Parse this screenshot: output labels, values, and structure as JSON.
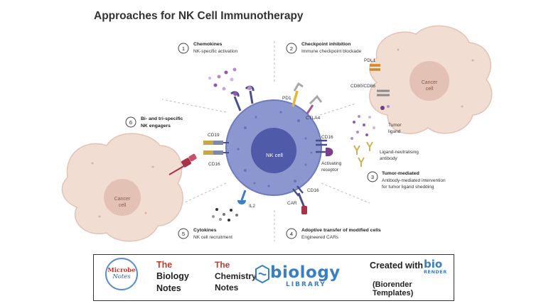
{
  "title": "Approaches for NK Cell Immunotherapy",
  "nk_cell_label": "NK cell",
  "cancer_cell_label": "Cancer cell",
  "approaches": [
    {
      "number": "1",
      "title": "Chemokines",
      "subtitle": "NK-specific activation"
    },
    {
      "number": "2",
      "title": "Checkpoint inhibition",
      "subtitle": "Immune checkpoint blockade"
    },
    {
      "number": "3",
      "title": "Tumor-mediated",
      "subtitle_line1": "Antibody-mediated intervention",
      "subtitle_line2": "for tumor ligand shedding"
    },
    {
      "number": "4",
      "title": "Adoptive transfer of modified cells",
      "subtitle": "Engineered CARs"
    },
    {
      "number": "5",
      "title": "Cytokines",
      "subtitle": "NK cell recruitment"
    },
    {
      "number": "6",
      "title_line1": "Bi- and tri-specific",
      "title_line2": "NK engagers"
    }
  ],
  "labels": {
    "pd1": "PD1",
    "pdl1": "PDL1",
    "cd80_cd86": "CD80/CD86",
    "ctla4": "CTLA4",
    "cd16_right": "CD16",
    "activating_receptor_1": "Activating",
    "activating_receptor_2": "receptor",
    "tumor_ligand_1": "Tumor",
    "tumor_ligand_2": "ligand",
    "ligand_neutralising_1": "Ligand-neutralising",
    "ligand_neutralising_2": "antibody",
    "cd19": "CD19",
    "cd16_left": "CD16",
    "cd16_bottom": "CD16",
    "car": "CAR",
    "il2": "IL2"
  },
  "footer": {
    "microbe_notes_1": "Microbe",
    "microbe_notes_2": "Notes",
    "biology_notes_the": "The",
    "biology_notes_1": "Biology",
    "biology_notes_2": "Notes",
    "chemistry_notes_the": "The",
    "chemistry_notes_1": "Chemistry",
    "chemistry_notes_2": "Notes",
    "biology_library_1": "biology",
    "biology_library_2": "LIBRARY",
    "created_with": "Created with",
    "biorender_1": "bio",
    "biorender_2": "RENDER",
    "biorender_templates": "(Biorender Templates)"
  },
  "colors": {
    "nk_outer": "#8d97cf",
    "nk_nucleus": "#4f5aa8",
    "cancer": "#f1ddd2",
    "cancer_nucleus": "#e3c2b5",
    "accent_blue": "#3a7fc1",
    "accent_red": "#c0392b"
  }
}
